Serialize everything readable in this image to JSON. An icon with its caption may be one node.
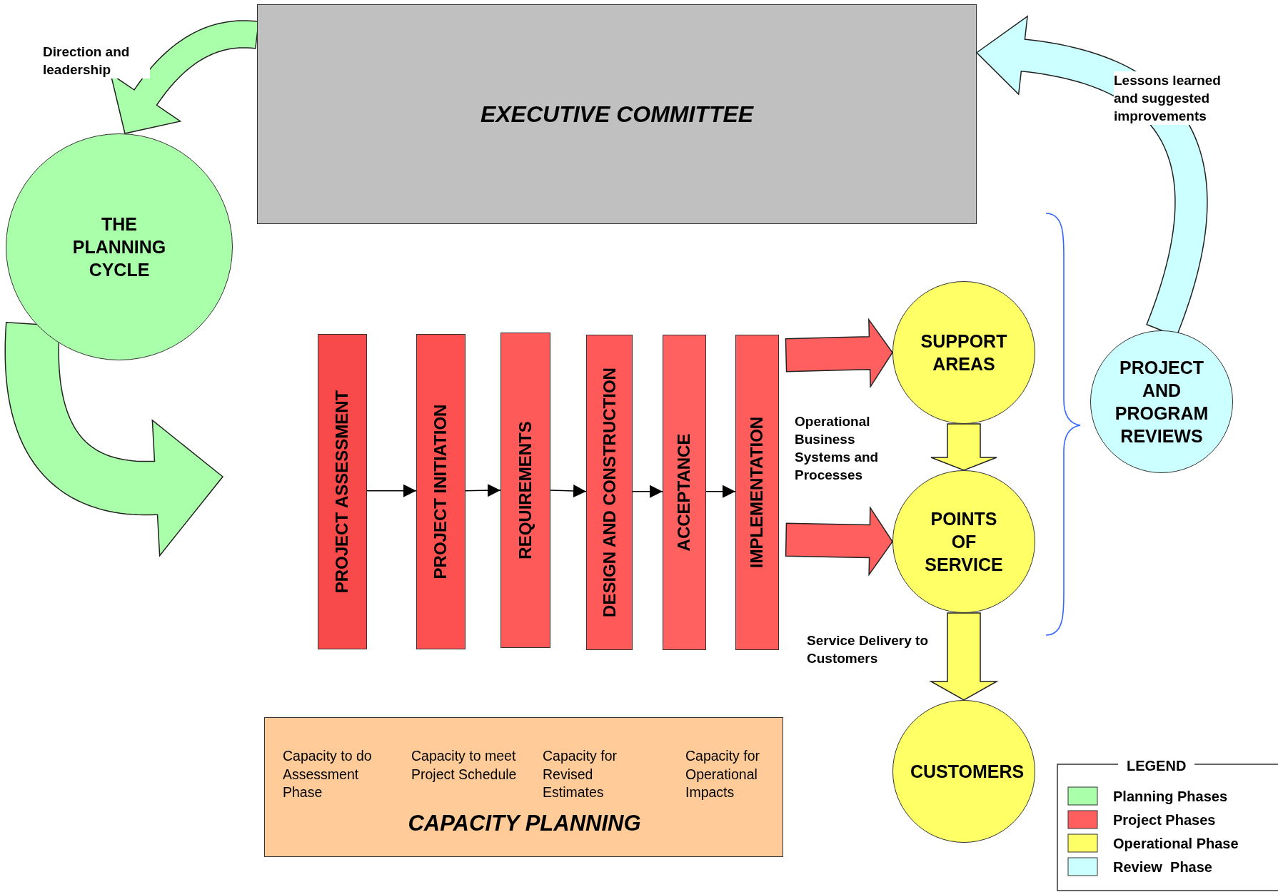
{
  "diagram": {
    "nodes": [
      {
        "text": [
          "EXECUTIVE COMMITTEE"
        ]
      },
      {
        "text": [
          "THE PLANNING CYCLE"
        ]
      },
      {
        "text": [
          "PROJECT ASSESSMENT"
        ]
      },
      {
        "text": [
          "PROJECT INITIATION"
        ]
      },
      {
        "text": [
          "REQUIREMENTS"
        ]
      },
      {
        "text": [
          "DESIGN AND CONSTRUCTION"
        ]
      },
      {
        "text": [
          "ACCEPTANCE"
        ]
      },
      {
        "text": [
          "IMPLEMENTATION"
        ]
      },
      {
        "text": [
          "SUPPORT AREAS"
        ]
      },
      {
        "text": [
          "POINTS OF SERVICE"
        ]
      },
      {
        "text": [
          "CUSTOMERS"
        ]
      },
      {
        "text": [
          "PROJECT AND PROGRAM REVIEWS"
        ]
      },
      {
        "text": [
          "Capacity to do Assessment Phase",
          "Capacity to meet Project Schedule",
          "Capacity for Revised Estimates",
          "Capacity for Operational Impacts",
          "CAPACITY PLANNING"
        ]
      }
    ],
    "edges": [
      {
        "from": 0,
        "to": 1,
        "arrow": "to",
        "label": "Direction and leadership",
        "style": "thick",
        "color": "#aaffaa"
      },
      {
        "from": 1,
        "to": null,
        "arrow": "to",
        "style": "thick",
        "color": "#aaffaa"
      },
      {
        "from": 2,
        "to": 3,
        "arrow": "to"
      },
      {
        "from": 3,
        "to": 4,
        "arrow": "to"
      },
      {
        "from": 4,
        "to": 5,
        "arrow": "to"
      },
      {
        "from": 5,
        "to": 6,
        "arrow": "to"
      },
      {
        "from": 6,
        "to": 7,
        "arrow": "to"
      },
      {
        "from": 7,
        "to": 8,
        "arrow": "to",
        "style": "thick",
        "color": "#ff5f5f"
      },
      {
        "from": 7,
        "to": 9,
        "arrow": "to",
        "style": "thick",
        "color": "#ff5f5f"
      },
      {
        "from": 8,
        "to": 9,
        "arrow": "to",
        "style": "thick",
        "color": "#ffff66"
      },
      {
        "from": 9,
        "to": 10,
        "arrow": "to",
        "label": "Service Delivery to Customers",
        "style": "thick",
        "color": "#ffff66"
      },
      {
        "from": 11,
        "to": 0,
        "arrow": "to",
        "label": "Lessons learned and suggested improvements",
        "style": "thick",
        "color": "#ccffff"
      }
    ],
    "labels": [
      "Operational Business Systems and Processes",
      "LEGEND"
    ],
    "legend": [
      {
        "text": "Planning Phases",
        "color": "#aaffaa"
      },
      {
        "text": "Project Phases",
        "color": "#ff5f5f"
      },
      {
        "text": "Operational Phase",
        "color": "#ffff66"
      },
      {
        "text": "Review  Phase",
        "color": "#ccffff"
      }
    ]
  }
}
